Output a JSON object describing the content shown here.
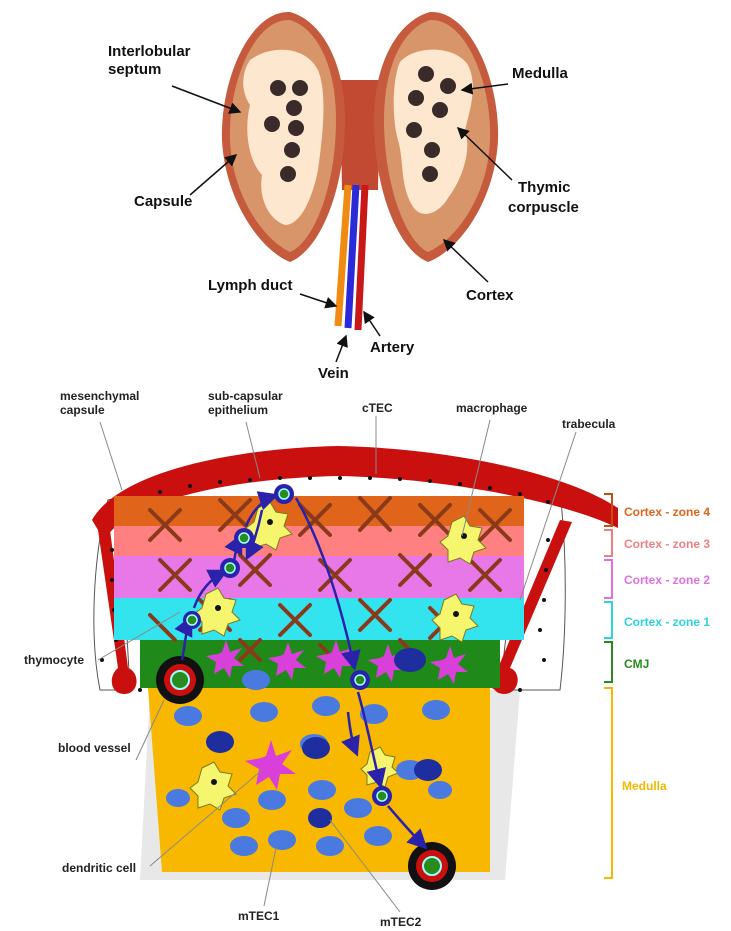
{
  "top_labels": {
    "interlobular_septum_1": "Interlobular",
    "interlobular_septum_2": "septum",
    "capsule": "Capsule",
    "medulla": "Medulla",
    "thymic_corpuscle_1": "Thymic",
    "thymic_corpuscle_2": "corpuscle",
    "lymph_duct": "Lymph duct",
    "cortex": "Cortex",
    "artery": "Artery",
    "vein": "Vein"
  },
  "bottom_labels": {
    "mesenchymal_1": "mesenchymal",
    "mesenchymal_2": "capsule",
    "subcapsular_1": "sub-capsular",
    "subcapsular_2": "epithelium",
    "ctec": "cTEC",
    "macrophage": "macrophage",
    "trabecula": "trabecula",
    "thymocyte": "thymocyte",
    "blood_vessel": "blood vessel",
    "dendritic_cell": "dendritic cell",
    "mtec1": "mTEC1",
    "mtec2": "mTEC2"
  },
  "zones": [
    {
      "label": "Cortex - zone 4",
      "color": "#e0651a"
    },
    {
      "label": "Cortex - zone 3",
      "color": "#f08080"
    },
    {
      "label": "Cortex - zone 2",
      "color": "#e070e0"
    },
    {
      "label": "Cortex - zone 1",
      "color": "#2ed3e0"
    },
    {
      "label": "CMJ",
      "color": "#2a8a1e"
    },
    {
      "label": "Medulla",
      "color": "#f5b800"
    }
  ],
  "colors": {
    "lobe_cortex": "#d9956a",
    "lobe_medulla": "#fde8cf",
    "capsule_red": "#c9100f",
    "zone4": "#e0651a",
    "zone3": "#ff8080",
    "zone2": "#e878e8",
    "zone1": "#33e3ee",
    "cmj": "#1f8a1a",
    "medulla": "#f8b800",
    "mtec1": "#4a7ae0",
    "mtec2": "#1e2e9e",
    "ctec": "#8a3a1a",
    "macrophage": "#f5f56e",
    "dendritic": "#d940d9",
    "arrow": "#2a22aa"
  }
}
